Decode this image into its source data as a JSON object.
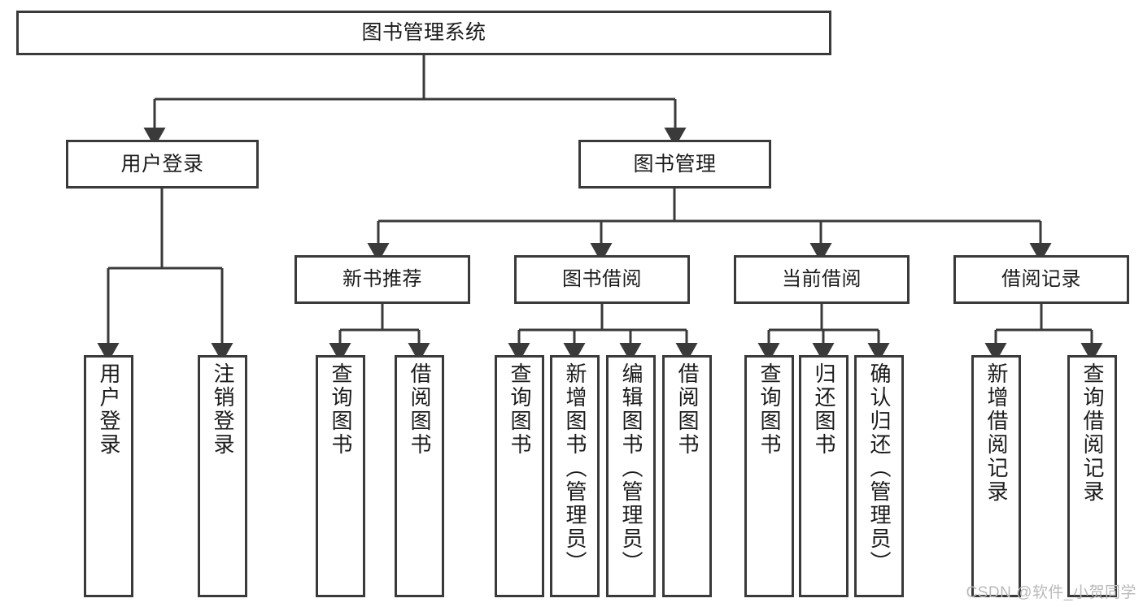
{
  "diagram": {
    "type": "tree-hierarchy-chart",
    "title": "图书管理系统",
    "stroke_color": "#3a3a3a",
    "background_color": "#ffffff",
    "root": {
      "label": "图书管理系统"
    },
    "level1": [
      {
        "label": "用户登录"
      },
      {
        "label": "图书管理"
      }
    ],
    "level2": [
      {
        "label": "新书推荐"
      },
      {
        "label": "图书借阅"
      },
      {
        "label": "当前借阅"
      },
      {
        "label": "借阅记录"
      }
    ],
    "leaves": {
      "user_login": [
        {
          "label": "用户登录"
        },
        {
          "label": "注销登录"
        }
      ],
      "new_book_recommend": [
        {
          "label": "查询图书"
        },
        {
          "label": "借阅图书"
        }
      ],
      "book_borrow": [
        {
          "label": "查询图书"
        },
        {
          "label": "新增图书（管理员）"
        },
        {
          "label": "编辑图书（管理员）"
        },
        {
          "label": "借阅图书"
        }
      ],
      "current_borrow": [
        {
          "label": "查询图书"
        },
        {
          "label": "归还图书"
        },
        {
          "label": "确认归还（管理员）"
        }
      ],
      "borrow_record": [
        {
          "label": "新增借阅记录"
        },
        {
          "label": "查询借阅记录"
        }
      ]
    },
    "watermark": "CSDN @软件_小贺同学"
  }
}
